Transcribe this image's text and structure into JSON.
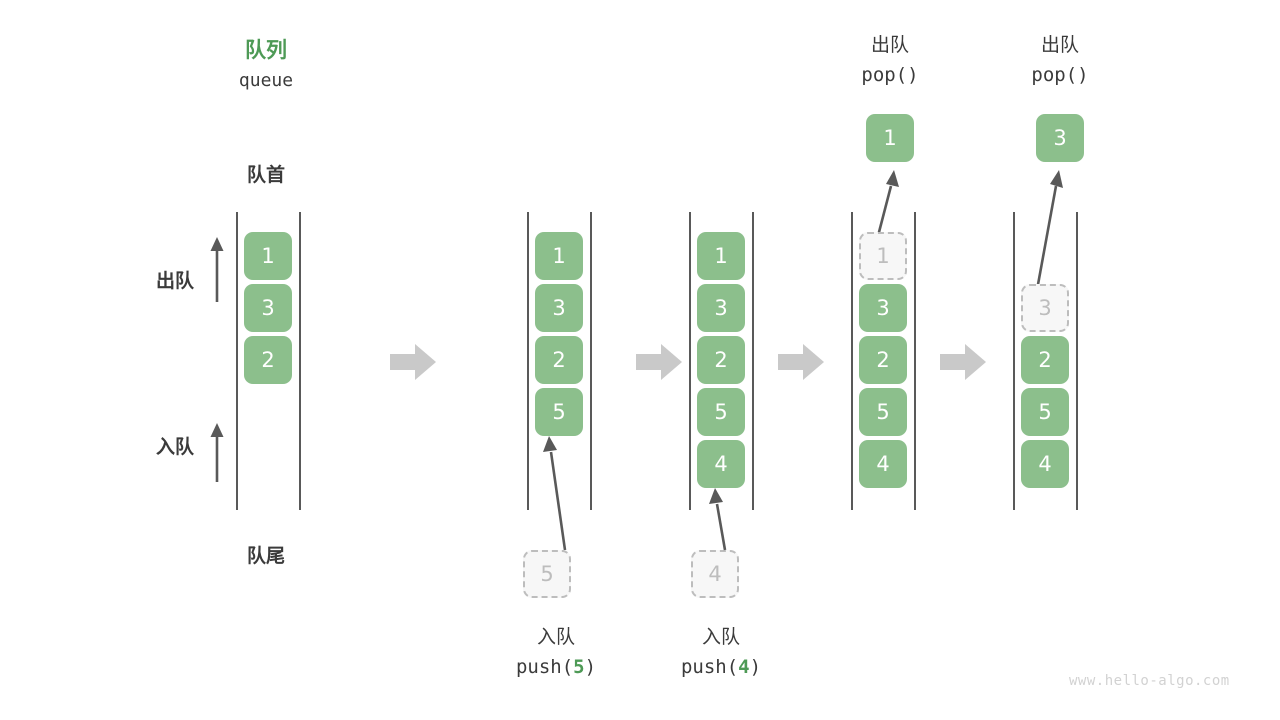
{
  "diagram": {
    "title_cn": "队列",
    "title_en": "queue",
    "front_label": "队首",
    "rear_label": "队尾",
    "dequeue_label": "出队",
    "enqueue_label": "入队",
    "watermark": "www.hello-algo.com",
    "colors": {
      "cell_green": "#8cbf8c",
      "title_green": "#4e9a56",
      "ghost_fill": "#f7f7f7",
      "ghost_border": "#bdbdbd",
      "rail": "#595959",
      "flow_arrow": "#c9c9c9",
      "text": "#3b3b3b",
      "watermark": "#d2d2d2"
    }
  },
  "stages": [
    {
      "id": "initial",
      "cells": [
        "1",
        "3",
        "2"
      ],
      "ghost_index": null,
      "op_cn": "",
      "op_code": "",
      "popped": null
    },
    {
      "id": "push-5",
      "cells": [
        "1",
        "3",
        "2",
        "5"
      ],
      "ghost_index": null,
      "op_cn": "入队",
      "op_code_prefix": "push(",
      "op_code_num": "5",
      "op_code_suffix": ")",
      "incoming": "5",
      "popped": null
    },
    {
      "id": "push-4",
      "cells": [
        "1",
        "3",
        "2",
        "5",
        "4"
      ],
      "ghost_index": null,
      "op_cn": "入队",
      "op_code_prefix": "push(",
      "op_code_num": "4",
      "op_code_suffix": ")",
      "incoming": "4",
      "popped": null
    },
    {
      "id": "pop-1",
      "cells": [
        "1",
        "3",
        "2",
        "5",
        "4"
      ],
      "ghost_index": 0,
      "op_cn": "出队",
      "op_code_prefix": "pop(",
      "op_code_num": "",
      "op_code_suffix": ")",
      "popped": "1"
    },
    {
      "id": "pop-3",
      "cells": [
        "3",
        "2",
        "5",
        "4"
      ],
      "ghost_index": 0,
      "op_cn": "出队",
      "op_code_prefix": "pop(",
      "op_code_num": "",
      "op_code_suffix": ")",
      "popped": "3"
    }
  ]
}
